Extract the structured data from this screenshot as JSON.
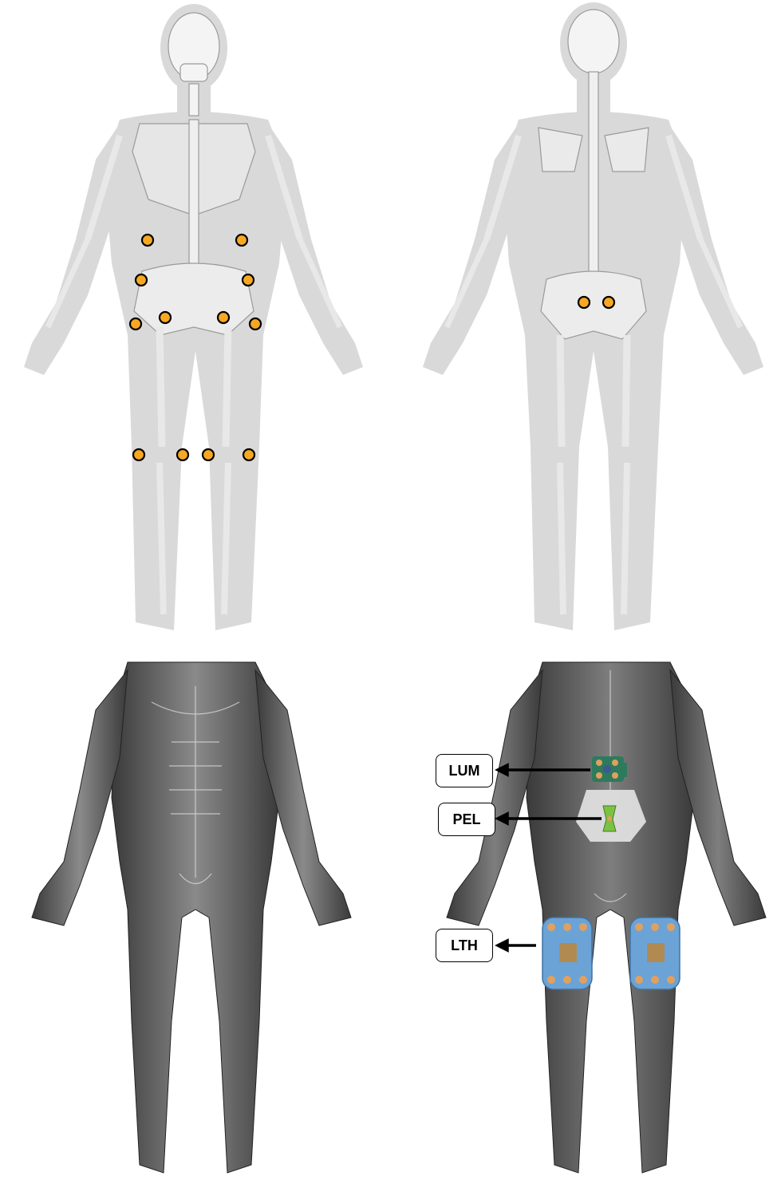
{
  "figure": {
    "panels": [
      "skeleton-front",
      "skeleton-back",
      "musculature-front",
      "musculature-back"
    ]
  },
  "markers": {
    "color": "#F7A823",
    "front_count": 12,
    "back_count": 2
  },
  "sensors": [
    {
      "label": "LUM",
      "color": "#2E7A5C"
    },
    {
      "label": "PEL",
      "color": "#7CC242"
    },
    {
      "label": "LTH",
      "color": "#6BA3D6"
    }
  ]
}
